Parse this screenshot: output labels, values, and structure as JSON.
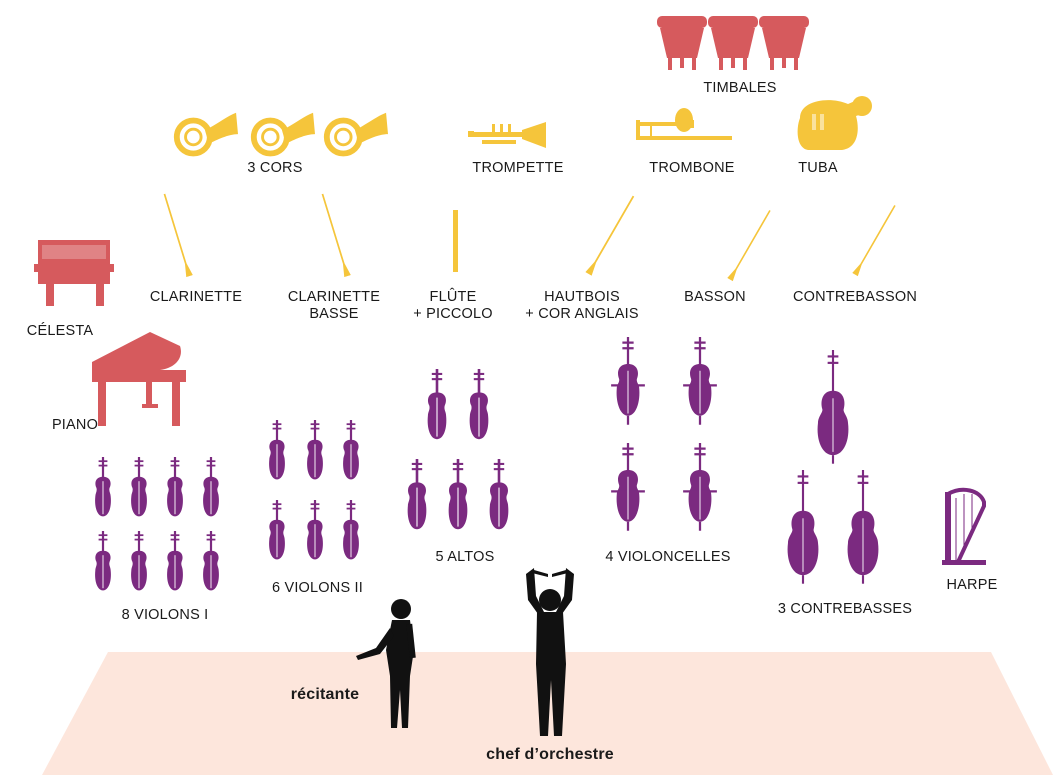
{
  "colors": {
    "percussion": "#d65a5d",
    "brass": "#f5c53b",
    "woodwind": "#f5c53b",
    "keyboard": "#d65a5d",
    "strings": "#7b2a80",
    "harp": "#7b2a80",
    "floor": "#fde6dc",
    "silhouette": "#111111"
  },
  "labels": {
    "timbales": "TIMBALES",
    "cors": "3 CORS",
    "trompette": "TROMPETTE",
    "trombone": "TROMBONE",
    "tuba": "TUBA",
    "clarinette": "CLARINETTE",
    "clarinette_basse": [
      "CLARINETTE",
      "BASSE"
    ],
    "flute": [
      "FLÛTE",
      "+ PICCOLO"
    ],
    "hautbois": [
      "HAUTBOIS",
      "+ COR ANGLAIS"
    ],
    "basson": "BASSON",
    "contrebasson": "CONTREBASSON",
    "celesta": "CÉLESTA",
    "piano": "PIANO",
    "violons1": "8 VIOLONS I",
    "violons2": "6 VIOLONS II",
    "altos": "5 ALTOS",
    "violoncelles": "4 VIOLONCELLES",
    "contrebasses": "3 CONTREBASSES",
    "harpe": "HARPE",
    "recitante": "récitante",
    "chef": "chef d’orchestre"
  },
  "icons": {
    "timpani": "kettledrum-icon",
    "horn": "french-horn-icon",
    "trumpet": "trumpet-icon",
    "trombone": "trombone-icon",
    "tuba": "tuba-icon",
    "woodwind": "woodwind-icon",
    "celesta": "upright-piano-icon",
    "piano": "grand-piano-icon",
    "violin": "violin-icon",
    "cello": "cello-icon",
    "bass": "double-bass-icon",
    "harp": "harp-icon",
    "narrator": "narrator-silhouette-icon",
    "conductor": "conductor-silhouette-icon"
  },
  "counts": {
    "timbales": 3,
    "cors": 3,
    "violons1": 8,
    "violons2": 6,
    "altos": 5,
    "violoncelles": 4,
    "contrebasses": 3
  }
}
